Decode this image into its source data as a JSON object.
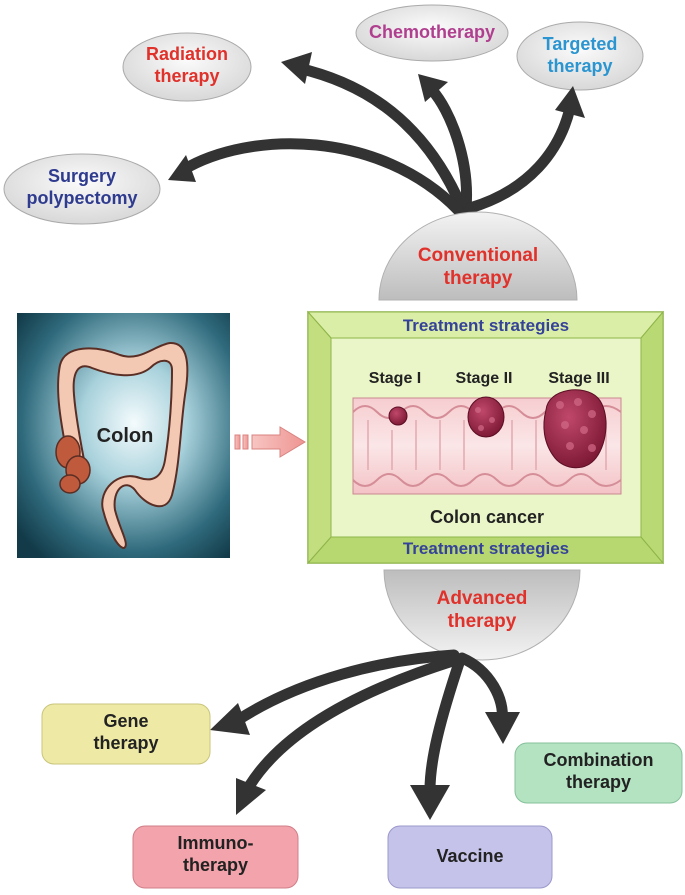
{
  "conventional": {
    "label": "Conventional\ntherapy",
    "color": "#e0312b",
    "branches": {
      "radiation": {
        "label": "Radiation\ntherapy",
        "color": "#e0312b"
      },
      "chemo": {
        "label": "Chemotherapy",
        "color": "#b0408f"
      },
      "targeted": {
        "label": "Targeted\ntherapy",
        "color": "#2a95d0"
      },
      "surgery": {
        "label": "Surgery\npolypectomy",
        "color": "#2e3b8f"
      }
    }
  },
  "colon_panel": {
    "label": "Colon"
  },
  "strategy_box": {
    "top_label": "Treatment strategies",
    "bottom_label": "Treatment strategies",
    "label_color": "#35429a",
    "stages": [
      "Stage I",
      "Stage II",
      "Stage III"
    ],
    "caption": "Colon cancer"
  },
  "advanced": {
    "label": "Advanced\ntherapy",
    "color": "#e0312b",
    "branches": {
      "gene": {
        "label": "Gene\ntherapy",
        "fill": "#eeeaa6",
        "color": "#222222"
      },
      "immuno": {
        "label": "Immuno-\ntherapy",
        "fill": "#f2a3ab",
        "color": "#222222"
      },
      "vaccine": {
        "label": "Vaccine",
        "fill": "#c5c3e9",
        "color": "#222222"
      },
      "combination": {
        "label": "Combination\ntherapy",
        "fill": "#b4e3c2",
        "color": "#222222"
      }
    }
  }
}
